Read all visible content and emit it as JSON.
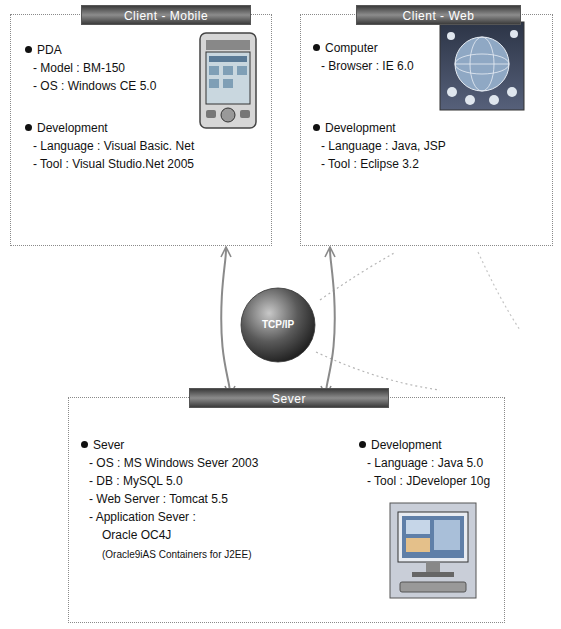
{
  "diagram": {
    "nodes": [
      {
        "text": [
          "Client - Mobile",
          "PDA",
          "- Model : BM-150",
          "- OS : Windows CE 5.0",
          "Development",
          "- Language : Visual Basic. Net",
          "- Tool : Visual Studio.Net 2005"
        ]
      },
      {
        "text": [
          "Client - Web",
          "Computer",
          "- Browser : IE 6.0",
          "Development",
          "- Language : Java, JSP",
          "- Tool : Eclipse 3.2"
        ]
      },
      {
        "text": [
          "TCP/IP"
        ]
      },
      {
        "text": [
          "Sever",
          "Sever",
          "- OS : MS Windows Sever 2003",
          "- DB : MySQL 5.0",
          "- Web Server : Tomcat 5.5",
          "- Application Sever : Oracle OC4J",
          "(Oracle9iAS Containers for J2EE)",
          "Development",
          "- Language : Java 5.0",
          "- Tool : JDeveloper 10g"
        ]
      }
    ],
    "edges": [
      {
        "from": 0,
        "to": 3,
        "arrow": "both"
      },
      {
        "from": 1,
        "to": 3,
        "arrow": "both"
      }
    ]
  }
}
